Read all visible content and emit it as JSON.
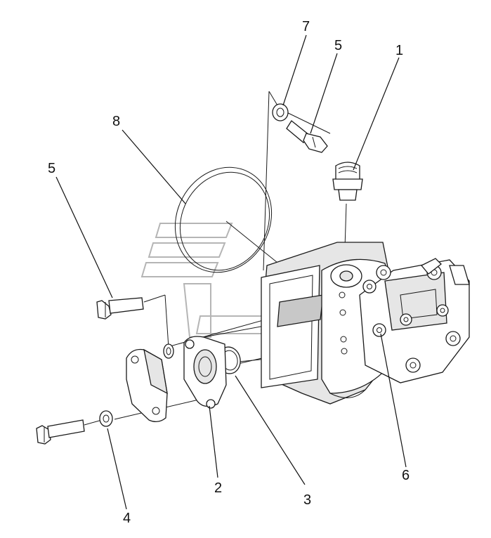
{
  "callouts": {
    "c1": "1",
    "c2": "2",
    "c3": "3",
    "c4": "4",
    "c5_top": "5",
    "c5_left": "5",
    "c6": "6",
    "c7": "7",
    "c8": "8"
  }
}
